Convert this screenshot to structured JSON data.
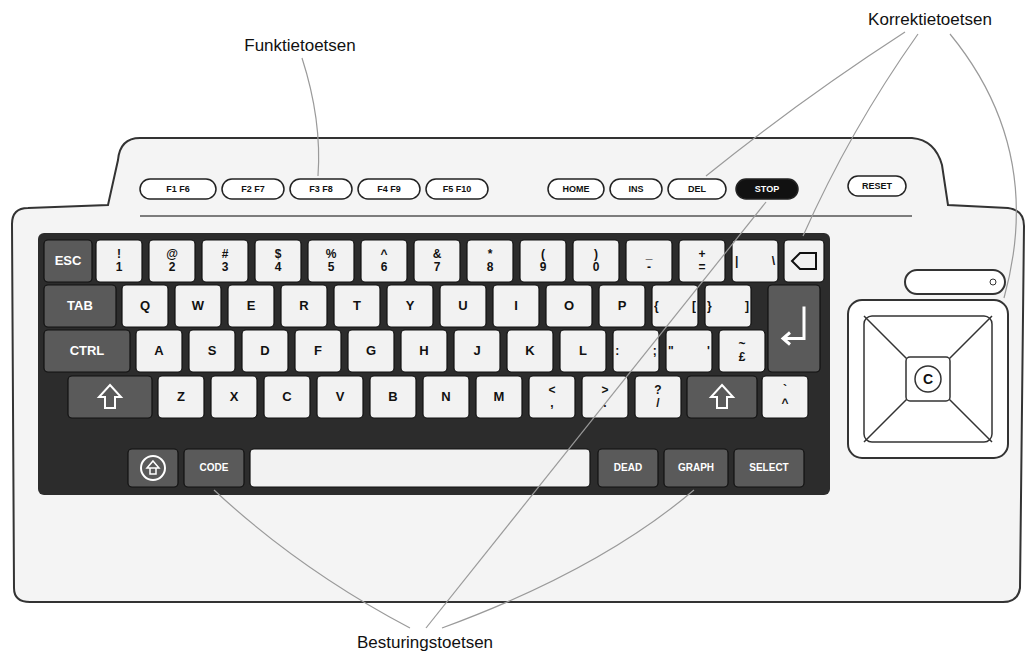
{
  "diagram": {
    "labels": [
      "Funktietoetsen",
      "Korrektietoetsen",
      "Besturingstoetsen",
      "F1 F6",
      "F2 F7",
      "F3 F8",
      "F4 F9",
      "F5 F10",
      "HOME",
      "INS",
      "DEL",
      "STOP",
      "RESET",
      "ESC",
      "! 1",
      "@ 2",
      "# 3",
      "$ 4",
      "% 5",
      "^ 6",
      "& 7",
      "* 8",
      "( 9",
      ") 0",
      "_ -",
      "+ =",
      "| \\",
      "TAB",
      "Q",
      "W",
      "E",
      "R",
      "T",
      "Y",
      "U",
      "I",
      "O",
      "P",
      "{ [",
      "} ]",
      "CTRL",
      "A",
      "S",
      "D",
      "F",
      "G",
      "H",
      "J",
      "K",
      "L",
      ": ;",
      "\" '",
      "~ £",
      "Z",
      "X",
      "C",
      "V",
      "B",
      "N",
      "M",
      "< ,",
      "> .",
      "? /",
      "` ^",
      "CODE",
      "DEAD",
      "GRAPH",
      "SELECT",
      "C"
    ]
  }
}
